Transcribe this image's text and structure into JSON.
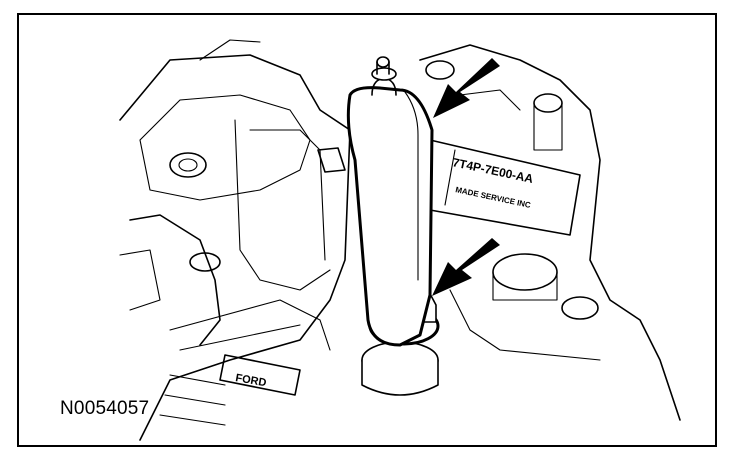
{
  "figure": {
    "id_label": "N0054057",
    "plate_part_number": "7T4P-7E00-AA",
    "plate_line_2": "MADE SERVICE INC",
    "badge_text": "FORD",
    "colors": {
      "line": "#000000",
      "background": "#ffffff"
    },
    "arrows": [
      {
        "name": "upper-arrow",
        "points_to": "bracket-upper"
      },
      {
        "name": "lower-arrow",
        "points_to": "nut"
      }
    ]
  }
}
